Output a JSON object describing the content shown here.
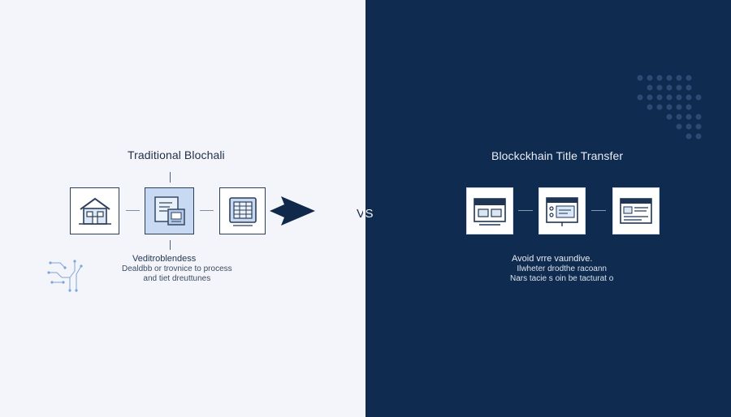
{
  "left": {
    "title": "Traditional Blochali",
    "subtitle": "Veditroblendess",
    "caption_line1": "Dealdbb or trovnice to process",
    "caption_line2": "and tiet dreuttunes",
    "icons": [
      "house-icon",
      "document-stack-icon",
      "ledger-grid-icon"
    ]
  },
  "right": {
    "title": "Blockckhain Title Transfer",
    "subtitle": "Avoid vrre vaundive.",
    "caption_line1": "Ilwheter drodthe racoann",
    "caption_line2": "Nars tacie s oin be tacturat o",
    "icons": [
      "web-page-icon",
      "browser-window-icon",
      "document-form-icon"
    ]
  },
  "vs_label": "VS",
  "colors": {
    "left_background": "#f3f5fa",
    "right_background": "#0f2b4f",
    "accent_blue": "#c8d9f3",
    "arrow": "#10284a"
  }
}
